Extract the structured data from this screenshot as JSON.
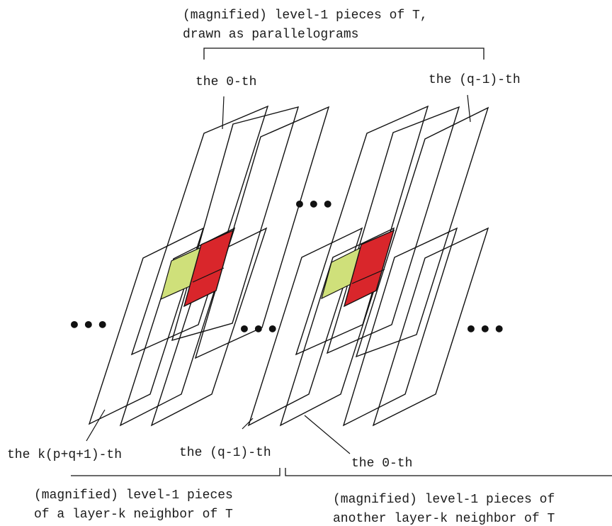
{
  "labels": {
    "top_caption_line1": "(magnified) level-1 pieces of T,",
    "top_caption_line2": "drawn as parallelograms",
    "top_left": "the 0-th",
    "top_right": "the (q-1)-th",
    "bottom_kth": "the k(p+q+1)-th",
    "bottom_q1": "the (q-1)-th",
    "bottom_0th": "the 0-th",
    "bottom_left_caption_line1": "(magnified) level-1 pieces",
    "bottom_left_caption_line2": "of a layer-k neighbor of T",
    "bottom_right_caption_line1": "(magnified) level-1 pieces of",
    "bottom_right_caption_line2": "another layer-k neighbor of T"
  },
  "ellipsis": "•••",
  "colors": {
    "highlight_green": "#cfe07a",
    "highlight_red": "#d9262b",
    "stroke": "#111111"
  }
}
